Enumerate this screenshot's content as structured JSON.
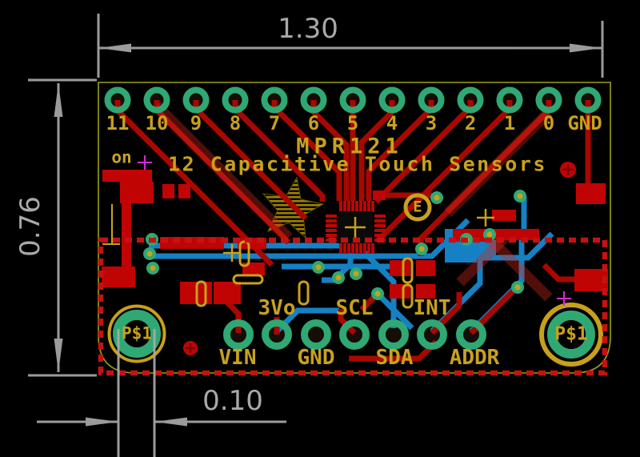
{
  "colors": {
    "background": "#000000",
    "silkscreen_yellow": "#c9a11c",
    "copper_top_red": "#b00a04",
    "copper_bottom_blue": "#1581c4",
    "pad_green": "#2fa874",
    "dimension_gray": "#a9a9a9",
    "board_outline_yellow": "#9aa018",
    "keepout_dashed_red": "#c41212",
    "origin_cross_magenta": "#d42ad4"
  },
  "dimensions": {
    "width_label": "1.30",
    "height_label": "0.76",
    "pitch_label": "0.10"
  },
  "silkscreen": {
    "chip_name": "MPR121",
    "description": "12 Capacitive Touch Sensors",
    "power_led_label": "on",
    "logo_letter": "E"
  },
  "top_header": {
    "labels": [
      "11",
      "10",
      "9",
      "8",
      "7",
      "6",
      "5",
      "4",
      "3",
      "2",
      "1",
      "0",
      "GND"
    ]
  },
  "bottom_header": {
    "upper_labels": [
      "3Vo",
      "SCL",
      "INT"
    ],
    "lower_labels": [
      "VIN",
      "GND",
      "SDA",
      "ADDR"
    ]
  },
  "mount_hole_label": "P$1"
}
